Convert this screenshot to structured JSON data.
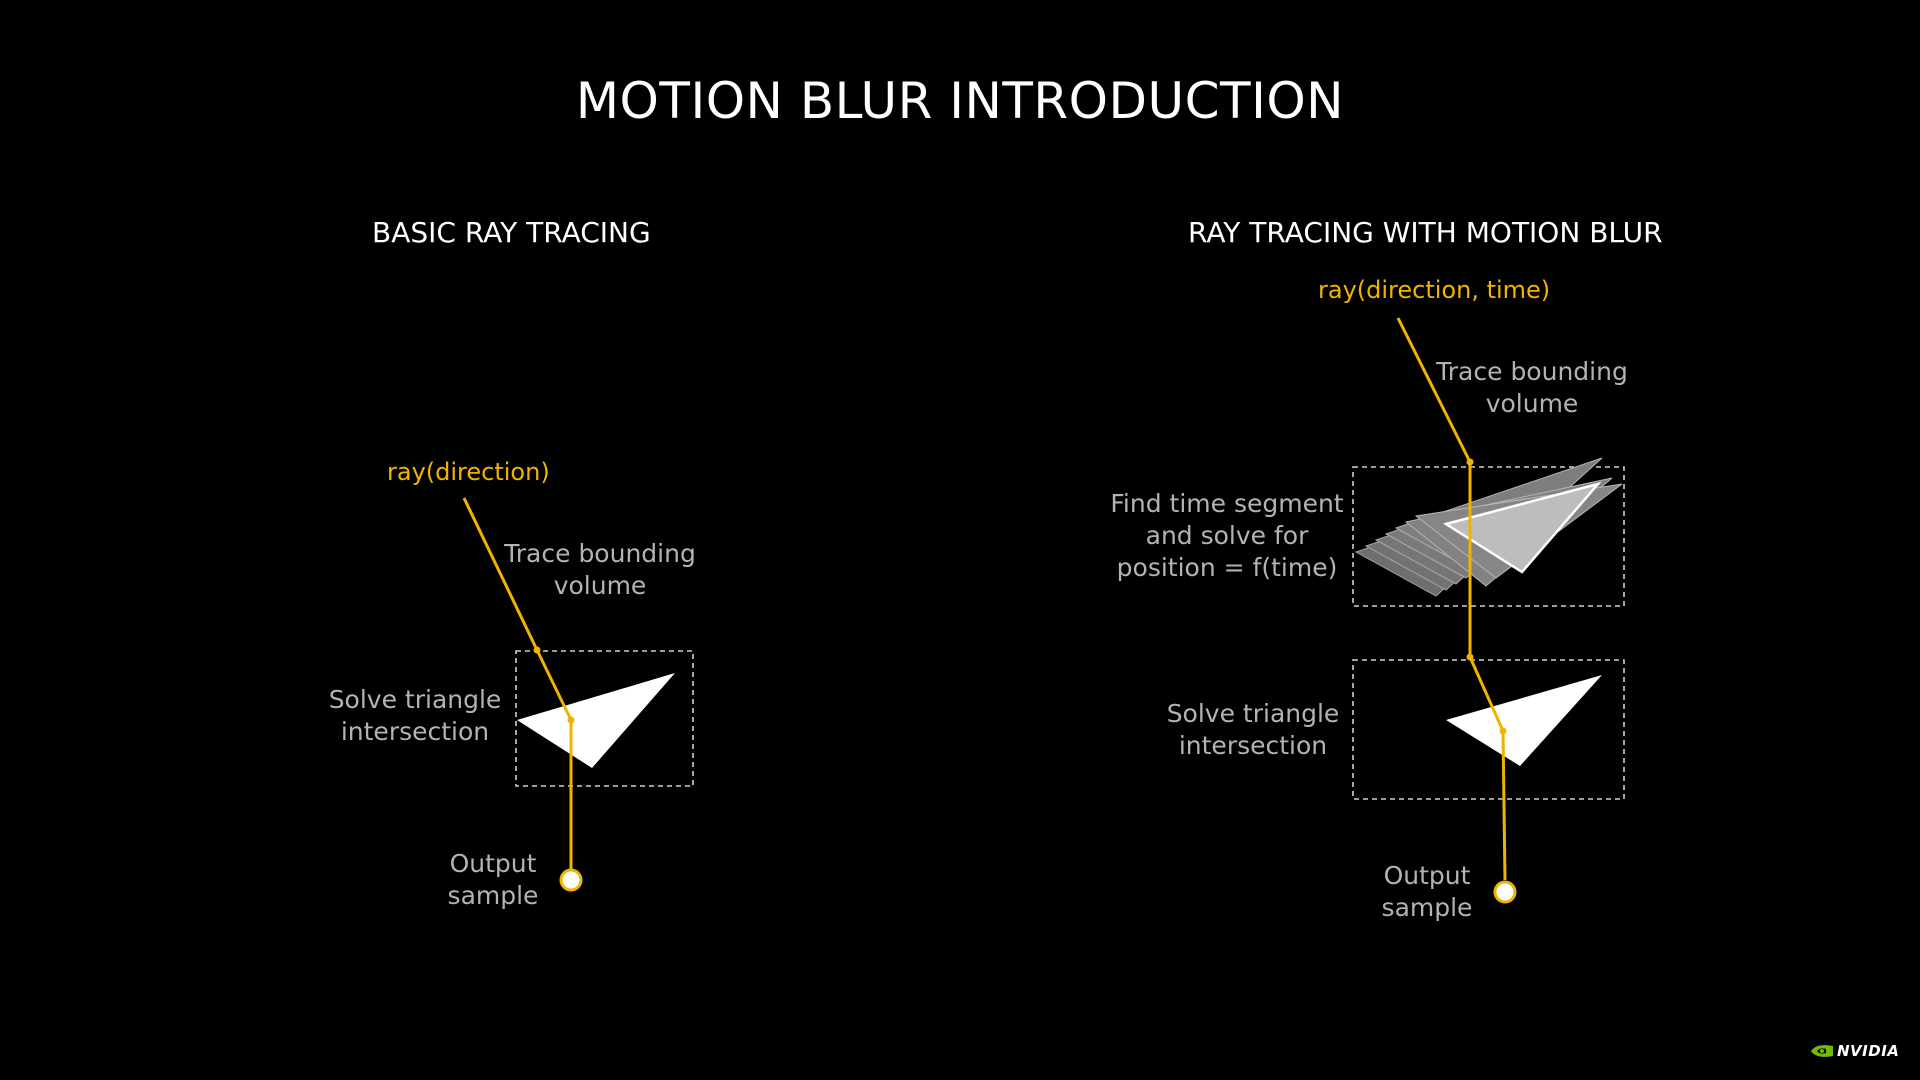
{
  "title": "MOTION BLUR INTRODUCTION",
  "left": {
    "heading": "BASIC RAY TRACING",
    "ray_label": "ray(direction)",
    "trace_label": [
      "Trace bounding",
      "volume"
    ],
    "solve_label": [
      "Solve triangle",
      "intersection"
    ],
    "output_label": [
      "Output",
      "sample"
    ]
  },
  "right": {
    "heading": "RAY TRACING WITH MOTION BLUR",
    "ray_label": "ray(direction, time)",
    "trace_label": [
      "Trace bounding",
      "volume"
    ],
    "time_label": [
      "Find time segment",
      "and solve for",
      "position = f(time)"
    ],
    "solve_label": [
      "Solve triangle",
      "intersection"
    ],
    "output_label": [
      "Output",
      "sample"
    ]
  },
  "logo": {
    "icon": "nvidia-eye-icon",
    "text": "NVIDIA"
  },
  "colors": {
    "background": "#000000",
    "ray": "#f0b400",
    "text": "#ffffff",
    "note_text": "#b3b3b3",
    "logo_green": "#76b900"
  }
}
